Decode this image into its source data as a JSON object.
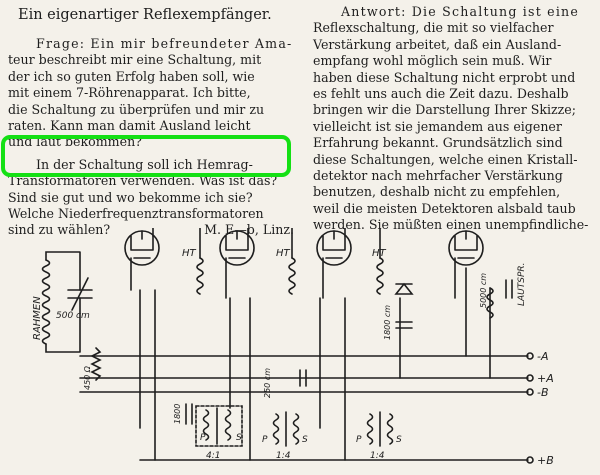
{
  "left_column": {
    "title": "Ein eigenartiger Reflexempfänger.",
    "question_lines": [
      "Frage: Ein mir befreundeter Ama-",
      "teur beschreibt mir eine Schaltung, mit",
      "der ich so guten Erfolg haben soll, wie",
      "mit einem 7-Röhrenapparat. Ich bitte,",
      "die Schaltung zu überprüfen und mir zu",
      "raten. Kann man damit Ausland leicht",
      "und laut bekommen?"
    ],
    "highlight_lines": [
      "In der Schaltung soll ich Hemrag-",
      "Transformatoren verwenden. Was ist das?"
    ],
    "extra_lines": [
      "Sind sie gut und wo bekomme ich sie?",
      "Welche Niederfrequenztransformatoren",
      "sind zu wählen?"
    ],
    "signature": "M. E—b, Linz."
  },
  "right_column": {
    "answer_lines": [
      "Antwort: Die Schaltung ist eine",
      "Reflexschaltung, die mit so vielfacher",
      "Verstärkung arbeitet, daß ein Ausland-",
      "empfang wohl möglich sein muß. Wir",
      "haben diese Schaltung nicht erprobt und",
      "es fehlt uns auch die Zeit dazu. Deshalb",
      "bringen wir die Darstellung Ihrer Skizze;",
      "vielleicht ist sie jemandem aus eigener",
      "Erfahrung bekannt. Grundsätzlich sind",
      "diese Schaltungen, welche einen Kristall-",
      "detektor nach mehrfacher Verstärkung",
      "benutzen, deshalb nicht zu empfehlen,",
      "weil die meisten Detektoren alsbald taub",
      "werden. Sie müßten einen unempfindliche-"
    ]
  },
  "schematic": {
    "rahmen_label": "RAHMEN",
    "rahmen_cap": "500 cm",
    "ht_label": "HT",
    "lautspr_label": "LAUTSPR.",
    "lautspr_cap": "5000 cm",
    "detector_cap": "1800 cm",
    "cap_250": "250 cm",
    "cap_1800": "1800",
    "res_450": "450 Ω",
    "terminal_minus_a": "-A",
    "terminal_plus_a": "+A",
    "terminal_minus_b": "-B",
    "terminal_plus_b": "+B",
    "ratio_4_1": "4:1",
    "ratio_1_4": "1:4",
    "p_label": "P",
    "s_label": "S"
  }
}
